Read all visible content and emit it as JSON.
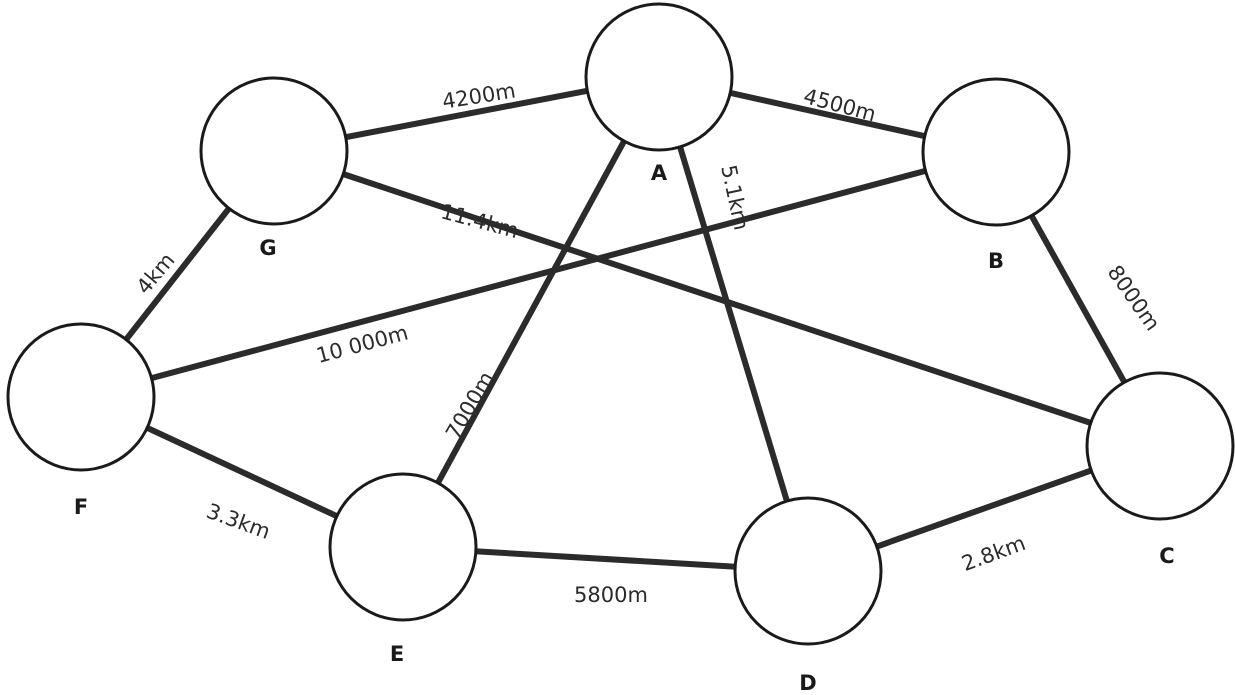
{
  "nodes": [
    {
      "id": "A",
      "label": "A",
      "icon": "palm-tree-icon"
    },
    {
      "id": "B",
      "label": "B",
      "icon": "pirate-hook-hand-icon"
    },
    {
      "id": "C",
      "label": "C",
      "icon": "pirate-ship-icon"
    },
    {
      "id": "D",
      "label": "D",
      "icon": "sword-icon"
    },
    {
      "id": "E",
      "label": "E",
      "icon": "mermaid-icon"
    },
    {
      "id": "F",
      "label": "F",
      "icon": "beach-icon"
    },
    {
      "id": "G",
      "label": "G",
      "icon": "parrot-icon"
    }
  ],
  "edges": [
    {
      "from": "G",
      "to": "A",
      "label": "4200m"
    },
    {
      "from": "A",
      "to": "B",
      "label": "4500m"
    },
    {
      "from": "B",
      "to": "C",
      "label": "8000m"
    },
    {
      "from": "D",
      "to": "C",
      "label": "2.8km"
    },
    {
      "from": "E",
      "to": "D",
      "label": "5800m"
    },
    {
      "from": "F",
      "to": "E",
      "label": "3.3km"
    },
    {
      "from": "F",
      "to": "G",
      "label": "4km"
    },
    {
      "from": "G",
      "to": "C",
      "label": "11.4km"
    },
    {
      "from": "F",
      "to": "B",
      "label": "10 000m"
    },
    {
      "from": "A",
      "to": "E",
      "label": "7000m"
    },
    {
      "from": "A",
      "to": "D",
      "label": "5.1km"
    }
  ],
  "colors": {
    "edge": "#2b2b2b",
    "node_outline": "#1a1a1a",
    "text": "#2b2b2b"
  }
}
